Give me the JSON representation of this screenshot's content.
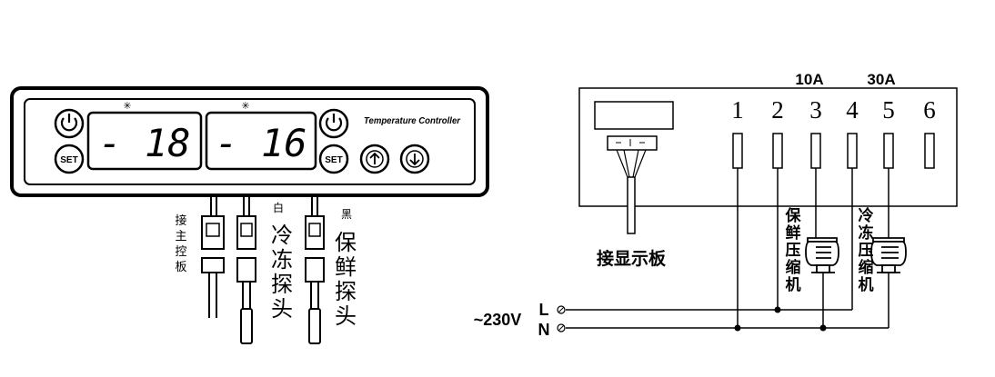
{
  "controller": {
    "brand_text": "Temperature Controller",
    "display_left": "- 18",
    "display_right": "- 16",
    "set_label": "SET",
    "indicator_symbol": "✳"
  },
  "probes": {
    "main_board_label": [
      "接",
      "主",
      "控",
      "板"
    ],
    "white_label": "白",
    "black_label": "黑",
    "freezer_probe_label": [
      "冷",
      "冻",
      "探",
      "头"
    ],
    "fresh_probe_label": [
      "保",
      "鲜",
      "探",
      "头"
    ]
  },
  "board": {
    "display_label": "接显示板",
    "terminals": [
      "1",
      "2",
      "3",
      "4",
      "5",
      "6"
    ],
    "rating_10a": "10A",
    "rating_30a": "30A",
    "fresh_compressor_label": [
      "保",
      "鲜",
      "压",
      "缩",
      "机"
    ],
    "freezer_compressor_label": [
      "冷",
      "冻",
      "压",
      "缩",
      "机"
    ],
    "supply_label": "~230V",
    "line_l": "L",
    "line_n": "N"
  }
}
